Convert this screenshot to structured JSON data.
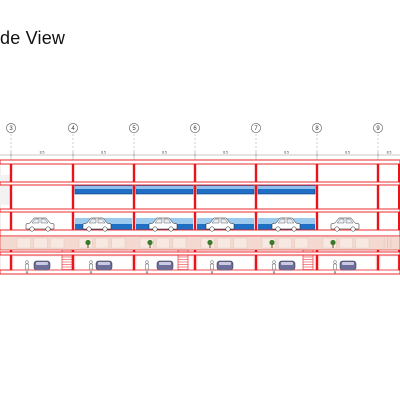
{
  "title": "de View",
  "grid": {
    "labels": [
      "3",
      "4",
      "5",
      "6",
      "7",
      "8",
      "9"
    ]
  },
  "dimensions": {
    "labels": [
      "8.5",
      "8.5",
      "8.5",
      "8.5",
      "8.5",
      "8.5",
      "8.5"
    ]
  },
  "colors": {
    "structure": "#e8141b",
    "glass": "#1f6fc4",
    "slab_fill": "#f3d9cf",
    "car": "#6e6e9a",
    "tree": "#3b7a2a"
  },
  "icons": {
    "vehicle": "car-outline-icon",
    "person": "person-figure-icon",
    "planter": "tree-icon",
    "parked_car": "parked-car-icon"
  }
}
